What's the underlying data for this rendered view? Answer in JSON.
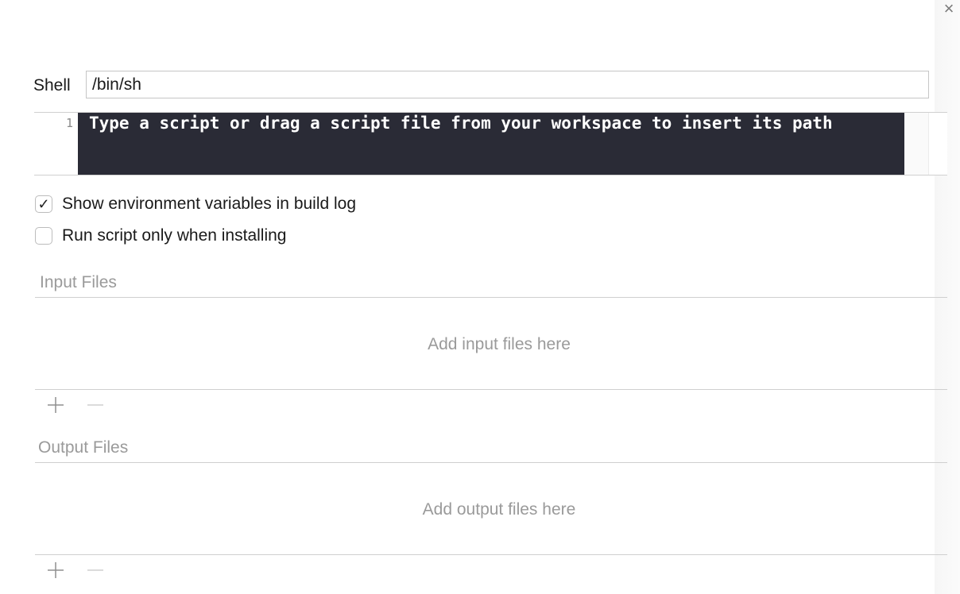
{
  "window": {
    "close_glyph": "×"
  },
  "shell": {
    "label": "Shell",
    "value": "/bin/sh"
  },
  "editor": {
    "line_number": "1",
    "placeholder_text": "Type a script or drag a script file from your workspace to insert its path",
    "background_color": "#2a2b36"
  },
  "options": {
    "show_env": {
      "label": "Show environment variables in build log",
      "checked": true,
      "check_glyph": "✓"
    },
    "run_when_installing": {
      "label": "Run script only when installing",
      "checked": false
    }
  },
  "input_files": {
    "title": "Input Files",
    "placeholder": "Add input files here",
    "add_icon": "plus-icon",
    "remove_icon": "minus-icon"
  },
  "output_files": {
    "title": "Output Files",
    "placeholder": "Add output files here",
    "add_icon": "plus-icon",
    "remove_icon": "minus-icon"
  }
}
